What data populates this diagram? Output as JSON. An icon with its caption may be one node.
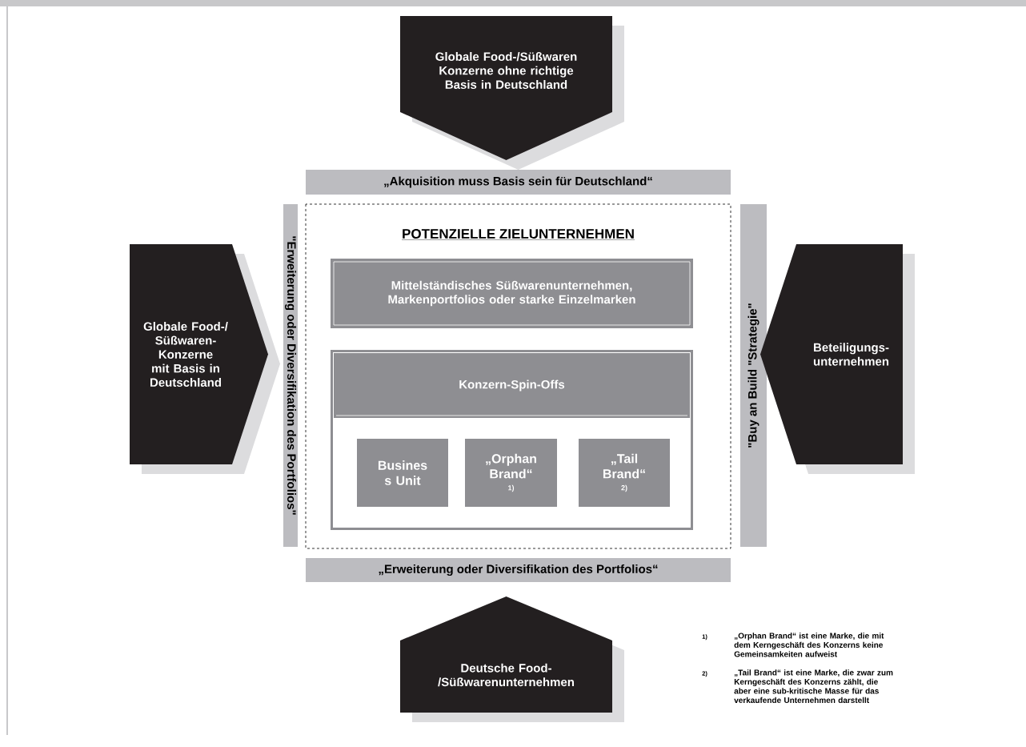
{
  "diagram": {
    "nodes": [
      {
        "text": [
          "Globale Food-/Süßwaren Konzerne ohne richtige Basis in Deutschland"
        ]
      },
      {
        "text": [
          "„Akquisition muss Basis sein für Deutschland“"
        ]
      },
      {
        "text": [
          "Globale Food-/ Süßwaren-Konzerne mit Basis in Deutschland"
        ]
      },
      {
        "text": [
          "\"Erweiterung oder Diversifikation des Portfolios\""
        ]
      },
      {
        "text": [
          "POTENZIELLE  ZIELUNTERNEHMEN"
        ]
      },
      {
        "text": [
          "Mittelständisches Süßwarenunternehmen, Markenportfolios oder starke Einzelmarken"
        ],
        "in": 4
      },
      {
        "text": [],
        "shape": "box",
        "in": 4
      },
      {
        "text": [
          "Konzern-Spin-Offs"
        ],
        "in": 6
      },
      {
        "text": [
          "Busines s Unit"
        ],
        "in": 6
      },
      {
        "text": [
          "„Orphan Brand“",
          "1)"
        ],
        "in": 6
      },
      {
        "text": [
          "„Tail Brand“",
          "2)"
        ],
        "in": 6
      },
      {
        "text": [
          "\"Buy an Build \"Strategie\""
        ]
      },
      {
        "text": [
          "Beteiligungs- unternehmen"
        ]
      },
      {
        "text": [
          "„Erweiterung oder Diversifikation des Portfolios“"
        ]
      },
      {
        "text": [
          "Deutsche Food- /Süßwarenunternehmen"
        ]
      }
    ],
    "labels": [
      "1)",
      "„Orphan Brand“ ist eine Marke, die mit dem Kerngeschäft des Konzerns keine Gemeinsamkeiten aufweist",
      "2)",
      "„Tail Brand“ ist eine Marke, die zwar zum Kerngeschäft des Konzerns zählt, die aber eine sub-kritische Masse für das verkaufende Unternehmen darstellt"
    ]
  }
}
